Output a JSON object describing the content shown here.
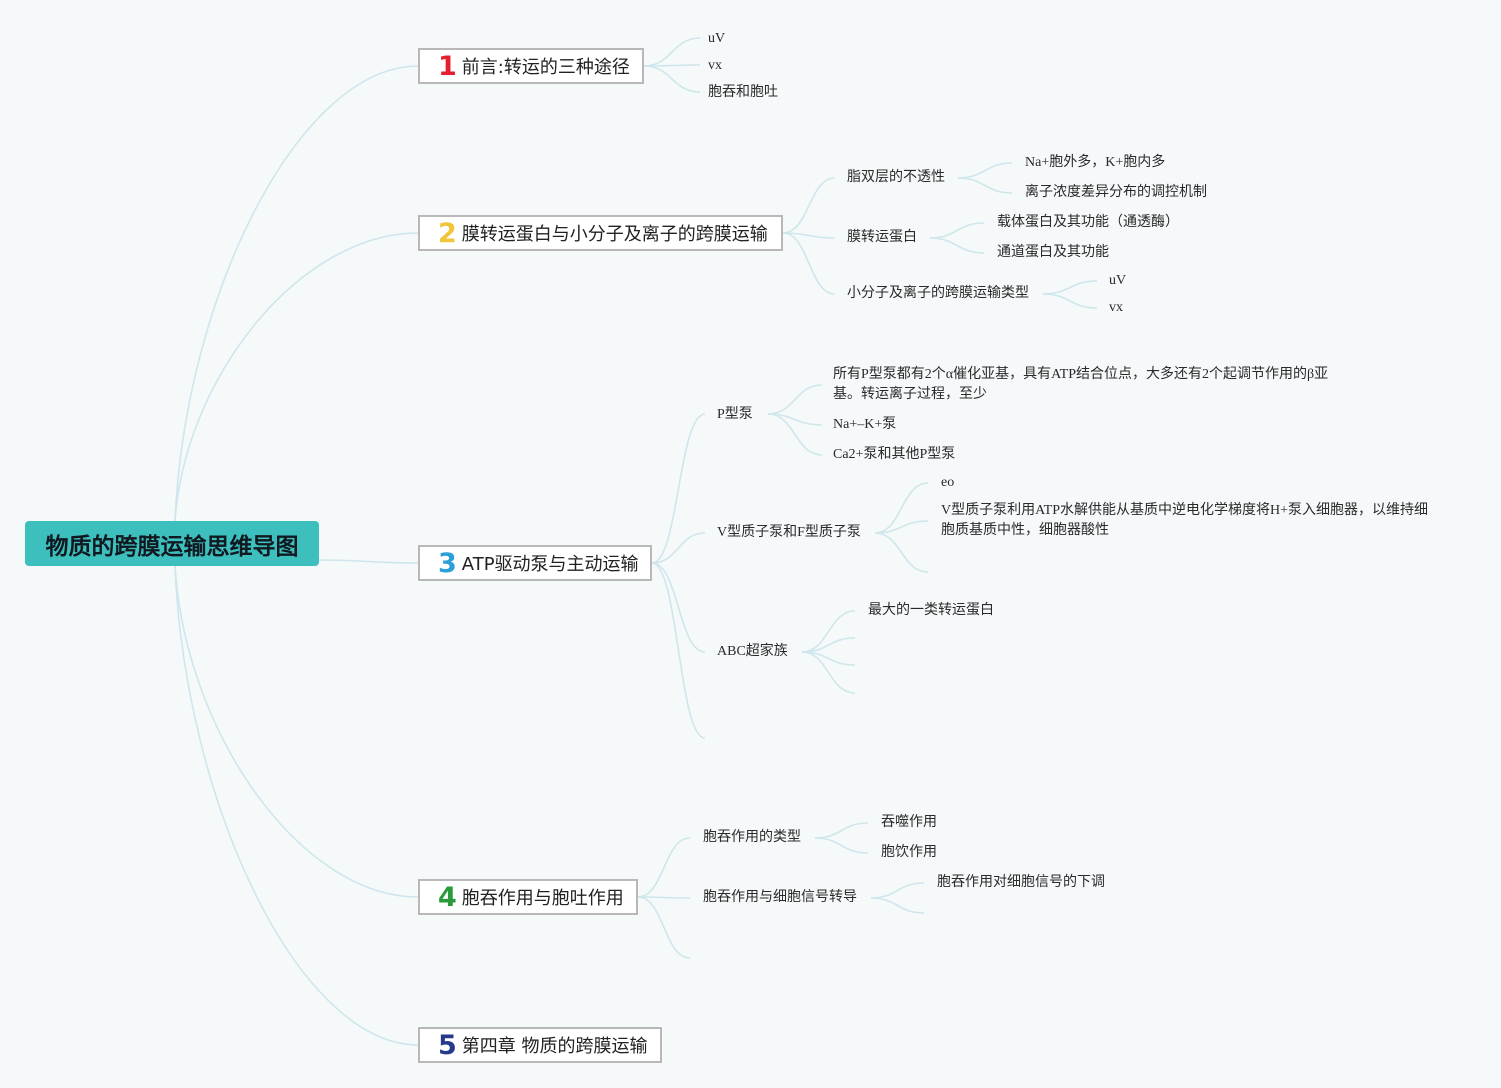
{
  "root": {
    "label": "物质的跨膜运输思维导图"
  },
  "branches": [
    {
      "num": "1",
      "num_color": "#e5202e",
      "label": "前言:转运的三种途径"
    },
    {
      "num": "2",
      "num_color": "#f2c43a",
      "label": "膜转运蛋白与小分子及离子的跨膜运输"
    },
    {
      "num": "3",
      "num_color": "#2a9fd8",
      "label": "ATP驱动泵与主动运输"
    },
    {
      "num": "4",
      "num_color": "#2a9a3a",
      "label": "胞吞作用与胞吐作用"
    },
    {
      "num": "5",
      "num_color": "#253a8a",
      "label": "第四章 物质的跨膜运输"
    }
  ],
  "b1": {
    "uv": "uV",
    "vx": "vx",
    "endo": "胞吞和胞吐"
  },
  "b2": {
    "lipid": "脂双层的不透性",
    "lipid_a": "Na+胞外多，K+胞内多",
    "lipid_b": "离子浓度差异分布的调控机制",
    "protein": "膜转运蛋白",
    "protein_a": "载体蛋白及其功能（通透酶）",
    "protein_b": "通道蛋白及其功能",
    "types": "小分子及离子的跨膜运输类型",
    "types_a": "uV",
    "types_b": "vx"
  },
  "b3": {
    "p": "P型泵",
    "p_a": "所有P型泵都有2个α催化亚基，具有ATP结合位点，大多还有2个起调节作用的β亚基。转运离子过程，至少",
    "p_b": "Na+–K+泵",
    "p_c": "Ca2+泵和其他P型泵",
    "v": "V型质子泵和F型质子泵",
    "v_a": "eo",
    "v_b": "V型质子泵利用ATP水解供能从基质中逆电化学梯度将H+泵入细胞器，以维持细胞质基质中性，细胞器酸性",
    "abc": "ABC超家族",
    "abc_a": "最大的一类转运蛋白"
  },
  "b4": {
    "type": "胞吞作用的类型",
    "type_a": "吞噬作用",
    "type_b": "胞饮作用",
    "signal": "胞吞作用与细胞信号转导",
    "signal_a": "胞吞作用对细胞信号的下调"
  }
}
